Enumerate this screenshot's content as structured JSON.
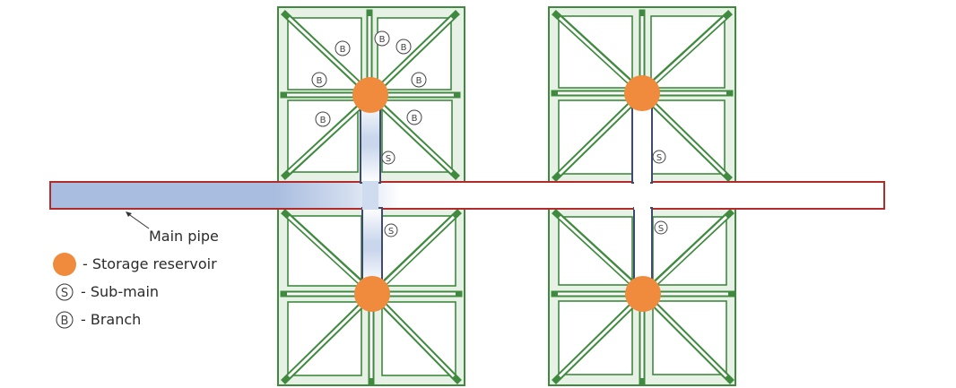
{
  "colors": {
    "reservoir": "#f08a3c",
    "pipe_fill": "#a9bde0",
    "main_pipe_outline": "#b22a2a",
    "submain_fill": "#ffffff",
    "submain_edge": "#3e4a6e",
    "grid_outline": "#3f8a3f",
    "grid_fill": "#e8f1e6"
  },
  "labels": {
    "main_pipe": "Main pipe",
    "submain_letter": "S",
    "branch_letter": "B"
  },
  "legend": [
    {
      "symbol": "reservoir-dot",
      "text": "- Storage reservoir"
    },
    {
      "symbol": "circle-letter",
      "letter": "S",
      "text": "- Sub-main"
    },
    {
      "symbol": "circle-letter",
      "letter": "B",
      "text": "- Branch"
    }
  ]
}
